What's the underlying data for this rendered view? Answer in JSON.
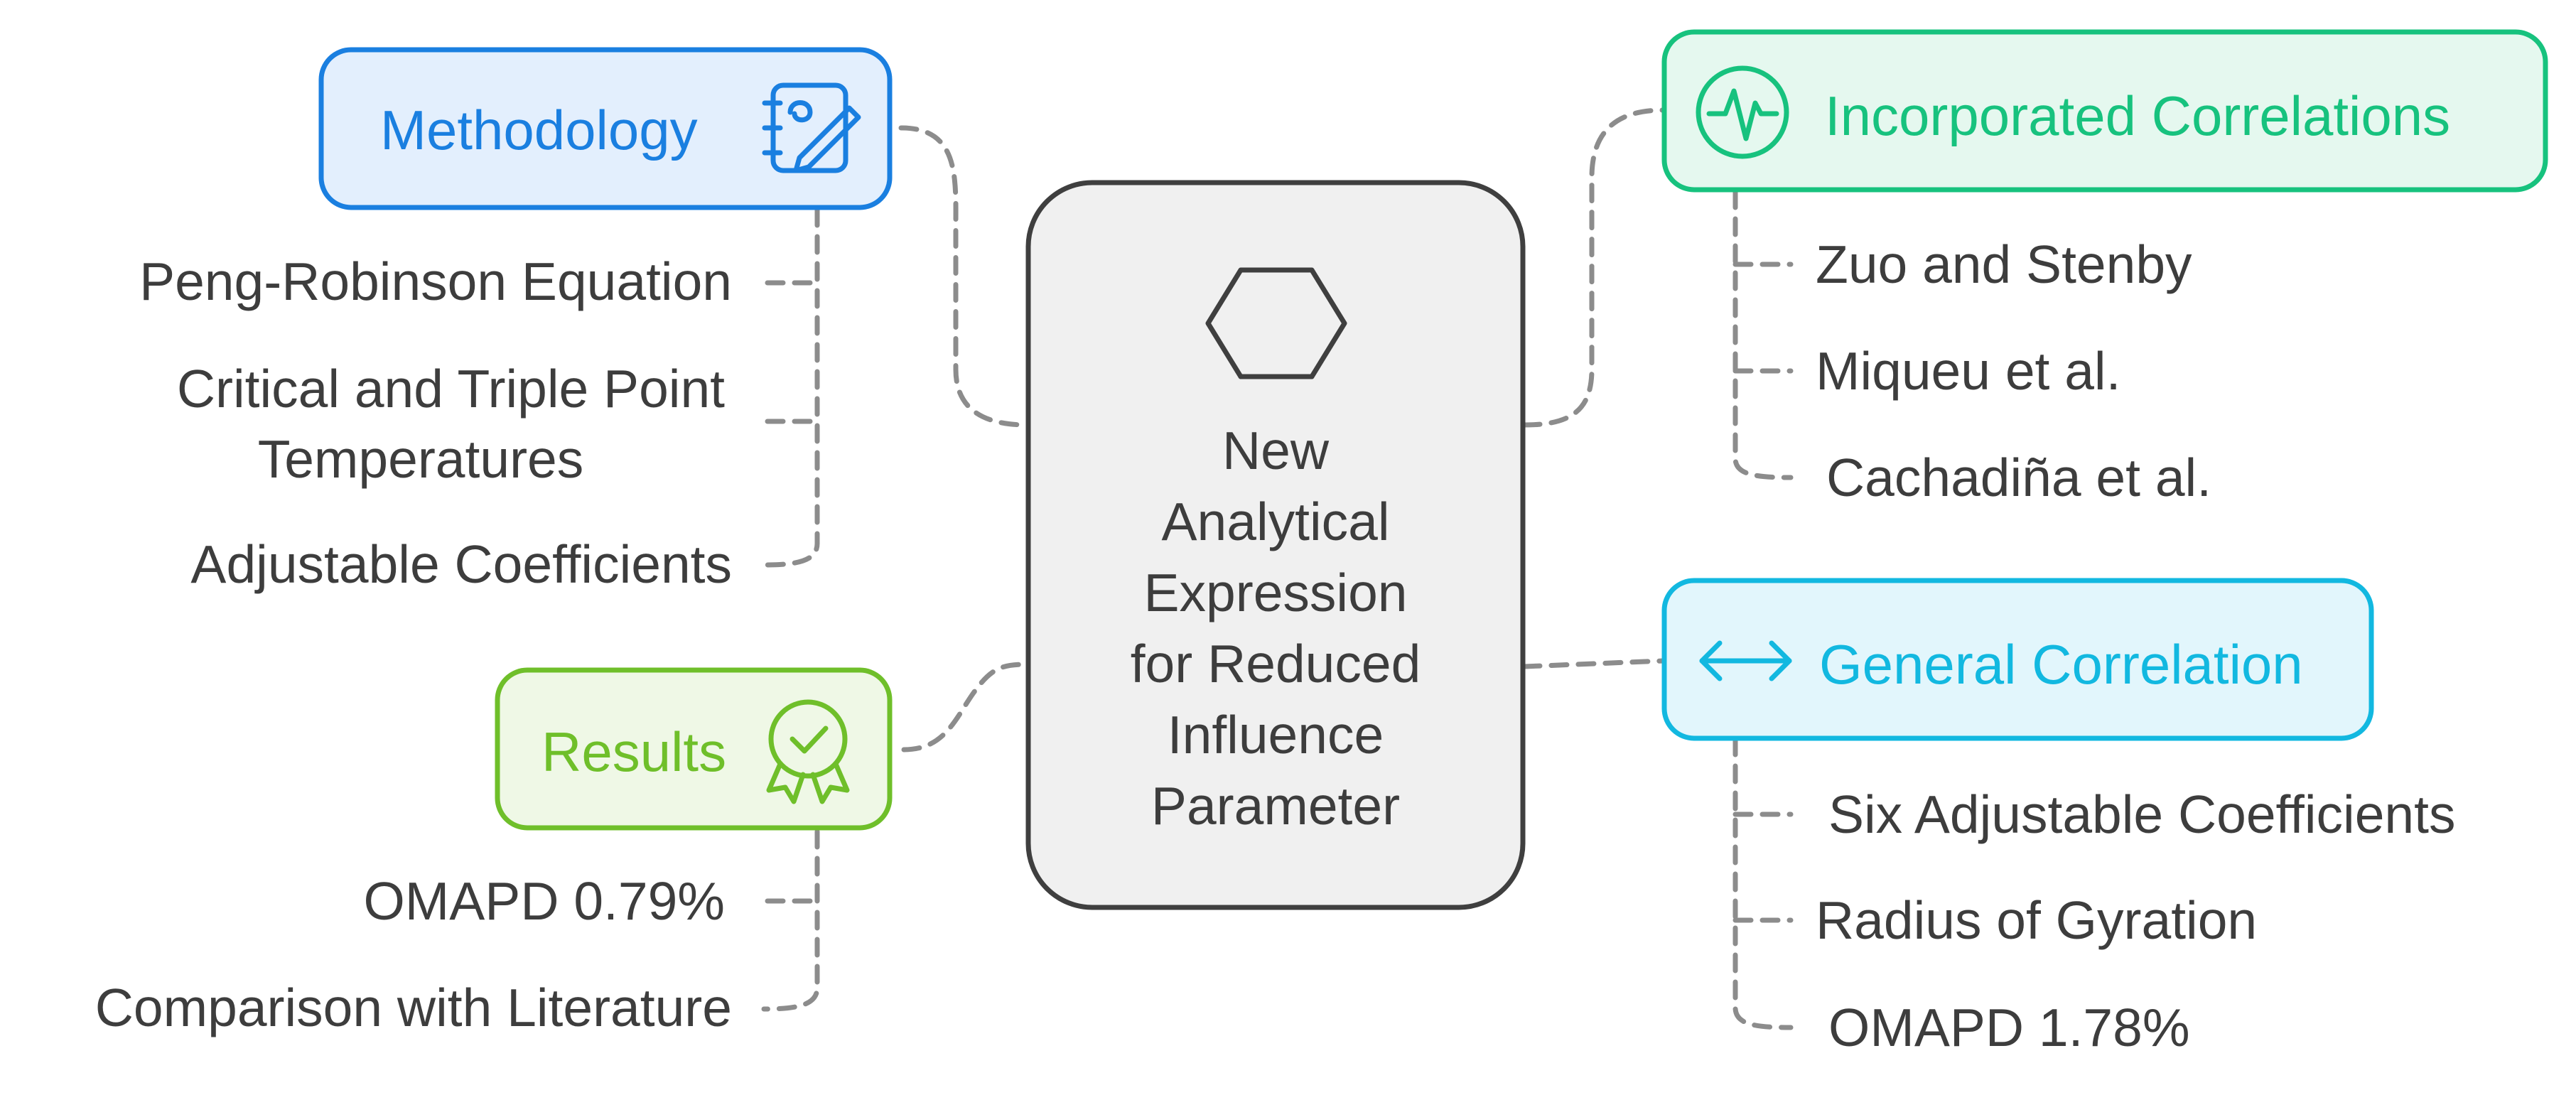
{
  "center": {
    "lines": [
      "New",
      "Analytical",
      "Expression",
      "for Reduced",
      "Influence",
      "Parameter"
    ],
    "icon": "hexagon-icon"
  },
  "branches": {
    "methodology": {
      "title": "Methodology",
      "icon": "notebook-pen-icon",
      "color": "#1a7fe0",
      "fill": "#e3effd",
      "items": [
        {
          "lines": [
            "Peng-Robinson Equation"
          ]
        },
        {
          "lines": [
            "Critical and Triple Point",
            "Temperatures"
          ]
        },
        {
          "lines": [
            "Adjustable Coefficients"
          ]
        }
      ]
    },
    "results": {
      "title": "Results",
      "icon": "award-badge-icon",
      "color": "#6fbf2a",
      "fill": "#eff8e6",
      "items": [
        {
          "lines": [
            "OMAPD 0.79%"
          ]
        },
        {
          "lines": [
            "Comparison with Literature"
          ]
        }
      ]
    },
    "incorporated": {
      "title": "Incorporated Correlations",
      "icon": "pulse-wave-icon",
      "color": "#17c27e",
      "fill": "#e5f8ef",
      "items": [
        {
          "lines": [
            "Zuo and Stenby"
          ]
        },
        {
          "lines": [
            "Miqueu et al."
          ]
        },
        {
          "lines": [
            "Cachadiña et al."
          ]
        }
      ]
    },
    "general": {
      "title": "General Correlation",
      "icon": "double-arrow-icon",
      "color": "#12b8e0",
      "fill": "#e2f6fc",
      "items": [
        {
          "lines": [
            "Six Adjustable Coefficients"
          ]
        },
        {
          "lines": [
            "Radius of Gyration"
          ]
        },
        {
          "lines": [
            "OMAPD 1.78%"
          ]
        }
      ]
    }
  }
}
